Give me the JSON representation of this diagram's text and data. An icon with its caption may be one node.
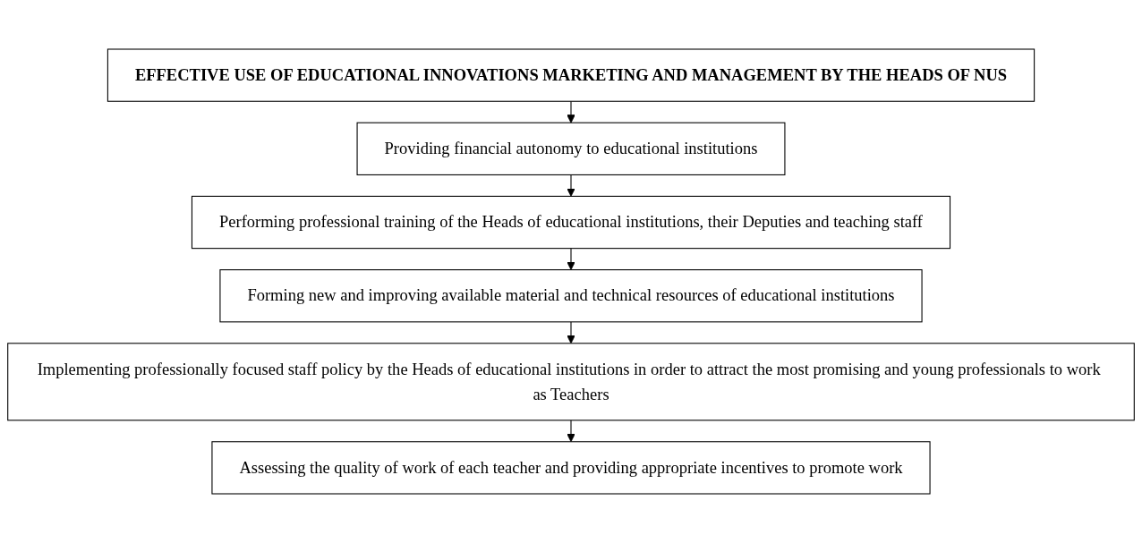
{
  "diagram": {
    "nodes": [
      {
        "text": [
          "EFFECTIVE USE OF EDUCATIONAL INNOVATIONS MARKETING AND MANAGEMENT BY THE HEADS OF NUS"
        ]
      },
      {
        "text": [
          "Providing financial autonomy to educational institutions"
        ]
      },
      {
        "text": [
          "Performing professional training of the Heads of educational institutions, their Deputies and teaching staff"
        ]
      },
      {
        "text": [
          "Forming new and improving available material and technical resources of educational institutions"
        ]
      },
      {
        "text": [
          "Implementing professionally focused staff policy by the Heads of educational institutions in order to attract the most promising and young professionals to work as Teachers"
        ]
      },
      {
        "text": [
          "Assessing the quality of work of each teacher and providing appropriate incentives to promote work"
        ]
      }
    ],
    "edges": [
      {
        "from": 0,
        "to": 1,
        "arrow": "to"
      },
      {
        "from": 1,
        "to": 2,
        "arrow": "to"
      },
      {
        "from": 2,
        "to": 3,
        "arrow": "to"
      },
      {
        "from": 3,
        "to": 4,
        "arrow": "to"
      },
      {
        "from": 4,
        "to": 5,
        "arrow": "to"
      }
    ]
  }
}
